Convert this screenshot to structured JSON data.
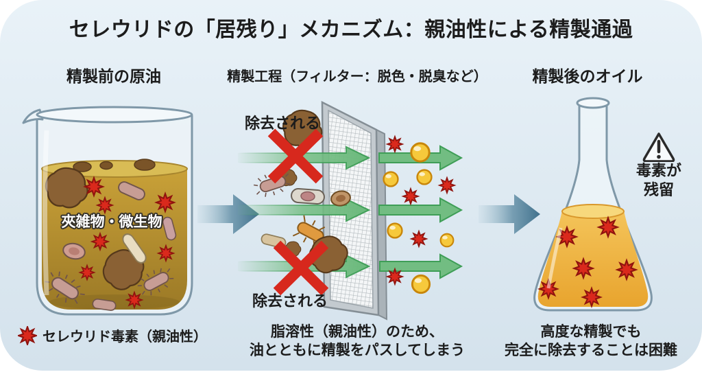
{
  "title": "セレウリドの「居残り」メカニズム：親油性による精製通過",
  "sections": {
    "before": {
      "header": "精製前の原油",
      "beaker_label": "夾雑物・微生物"
    },
    "process": {
      "header": "精製工程（フィルター：脱色・脱臭など）",
      "removed_label_top": "除去される",
      "removed_label_bottom": "除去される",
      "caption_line1": "脂溶性（親油性）のため、",
      "caption_line2": "油とともに精製をパスしてしまう"
    },
    "after": {
      "header": "精製後のオイル",
      "warning_line1": "毒素が",
      "warning_line2": "残留",
      "caption_line1": "高度な精製でも",
      "caption_line2": "完全に除去することは困難"
    }
  },
  "legend": {
    "toxin_label": "セレウリド毒素（親油性）"
  },
  "icons": {
    "toxin": "toxin-star-icon",
    "oil_droplet": "oil-droplet-icon",
    "impurity": "impurity-blob-icon",
    "microbe": "bacteria-icon",
    "filter": "filter-mesh",
    "flow_arrow": "flow-arrow-icon",
    "pass_arrow": "pass-arrow-icon",
    "blocked": "blocked-x-icon",
    "warning": "warning-triangle-icon"
  },
  "colors": {
    "card_bg_top": "#e9f2f8",
    "card_bg_bottom": "#d4e2ec",
    "text_dark": "#1c1c1c",
    "toxin_red": "#da291c",
    "oil_yellow": "#f6c93c",
    "arrow_green": "#72bd82",
    "arrow_blue": "#41718c",
    "crude_gold": "#c29a35",
    "refined_oil": "#eeb23e",
    "blocked_red": "#d7281d"
  }
}
